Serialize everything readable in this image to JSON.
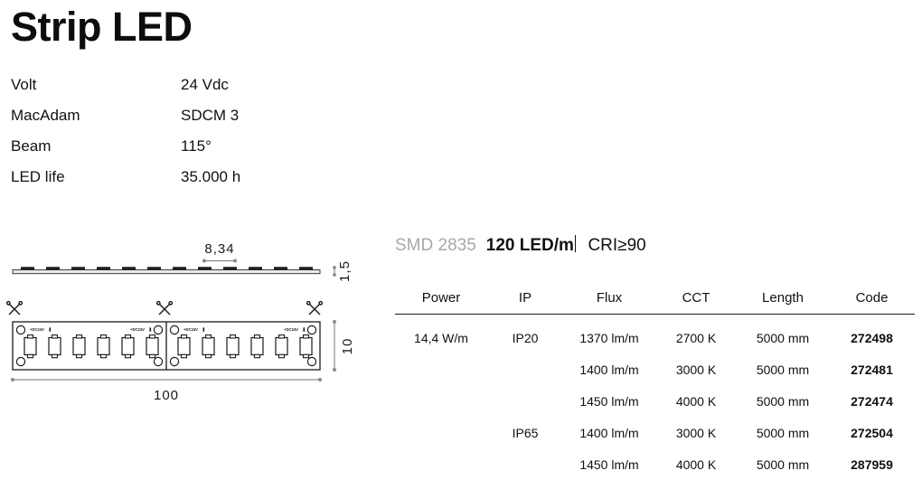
{
  "page": {
    "title": "Strip LED"
  },
  "specs": [
    {
      "label": "Volt",
      "value": "24 Vdc"
    },
    {
      "label": "MacAdam",
      "value": "SDCM 3"
    },
    {
      "label": "Beam",
      "value": "115°"
    },
    {
      "label": "LED life",
      "value": "35.000 h"
    }
  ],
  "chip_spec": {
    "smd": "SMD 2835",
    "density": "120 LED/m",
    "cri": "CRI≥90"
  },
  "drawing": {
    "dim_pitch": "8,34",
    "dim_thickness": "1,5",
    "dim_width": "10",
    "dim_length": "100",
    "pcb_label": "+DC24V",
    "cut_icon": "scissors-icon"
  },
  "table": {
    "headers": [
      "Power",
      "IP",
      "Flux",
      "CCT",
      "Length",
      "Code"
    ],
    "rows": [
      {
        "power": "14,4 W/m",
        "ip": "IP20",
        "flux": "1370 lm/m",
        "cct": "2700 K",
        "length": "5000 mm",
        "code": "272498"
      },
      {
        "power": "",
        "ip": "",
        "flux": "1400 lm/m",
        "cct": "3000 K",
        "length": "5000 mm",
        "code": "272481"
      },
      {
        "power": "",
        "ip": "",
        "flux": "1450 lm/m",
        "cct": "4000 K",
        "length": "5000 mm",
        "code": "272474"
      },
      {
        "power": "",
        "ip": "IP65",
        "flux": "1400 lm/m",
        "cct": "3000 K",
        "length": "5000 mm",
        "code": "272504"
      },
      {
        "power": "",
        "ip": "",
        "flux": "1450 lm/m",
        "cct": "4000 K",
        "length": "5000 mm",
        "code": "287959"
      }
    ]
  },
  "colors": {
    "text": "#111111",
    "muted": "#a8a8a8",
    "rule": "#1a1a1a",
    "background": "#ffffff"
  }
}
